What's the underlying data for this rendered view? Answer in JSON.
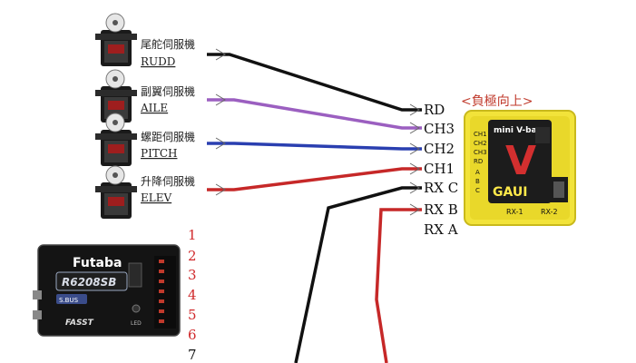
{
  "servos": [
    {
      "cn": "尾舵伺服機",
      "en": "RUDD"
    },
    {
      "cn": "副翼伺服機",
      "en": "AILE"
    },
    {
      "cn": "螺距伺服機",
      "en": "PITCH"
    },
    {
      "cn": "升降伺服機",
      "en": "ELEV"
    }
  ],
  "gyro_title": "<負極向上>",
  "ports": [
    "RD",
    "CH3",
    "CH2",
    "CH1",
    "RX C",
    "RX B",
    "RX A"
  ],
  "gyro_labels": {
    "brand": "GAUI",
    "model": "mini V-bar",
    "letter": "V",
    "rx1": "RX-1",
    "rx2": "RX-2",
    "side": [
      "CH1",
      "CH2",
      "CH3",
      "RD",
      "A",
      "B",
      "C"
    ]
  },
  "receiver": {
    "brand": "Futaba",
    "model": "R6208SB",
    "sbus": "S.BUS",
    "fasst": "FASST",
    "led": "LED"
  },
  "channel_numbers": [
    "1",
    "2",
    "3",
    "4",
    "5",
    "6",
    "7"
  ],
  "colors": {
    "wire_black": "#111111",
    "wire_purple": "#9b5fc0",
    "wire_blue": "#2a3fb0",
    "wire_red": "#c62828",
    "gyro_yellow": "#f2e33a",
    "number_red": "#d0292b",
    "title_red": "#c0392b"
  }
}
